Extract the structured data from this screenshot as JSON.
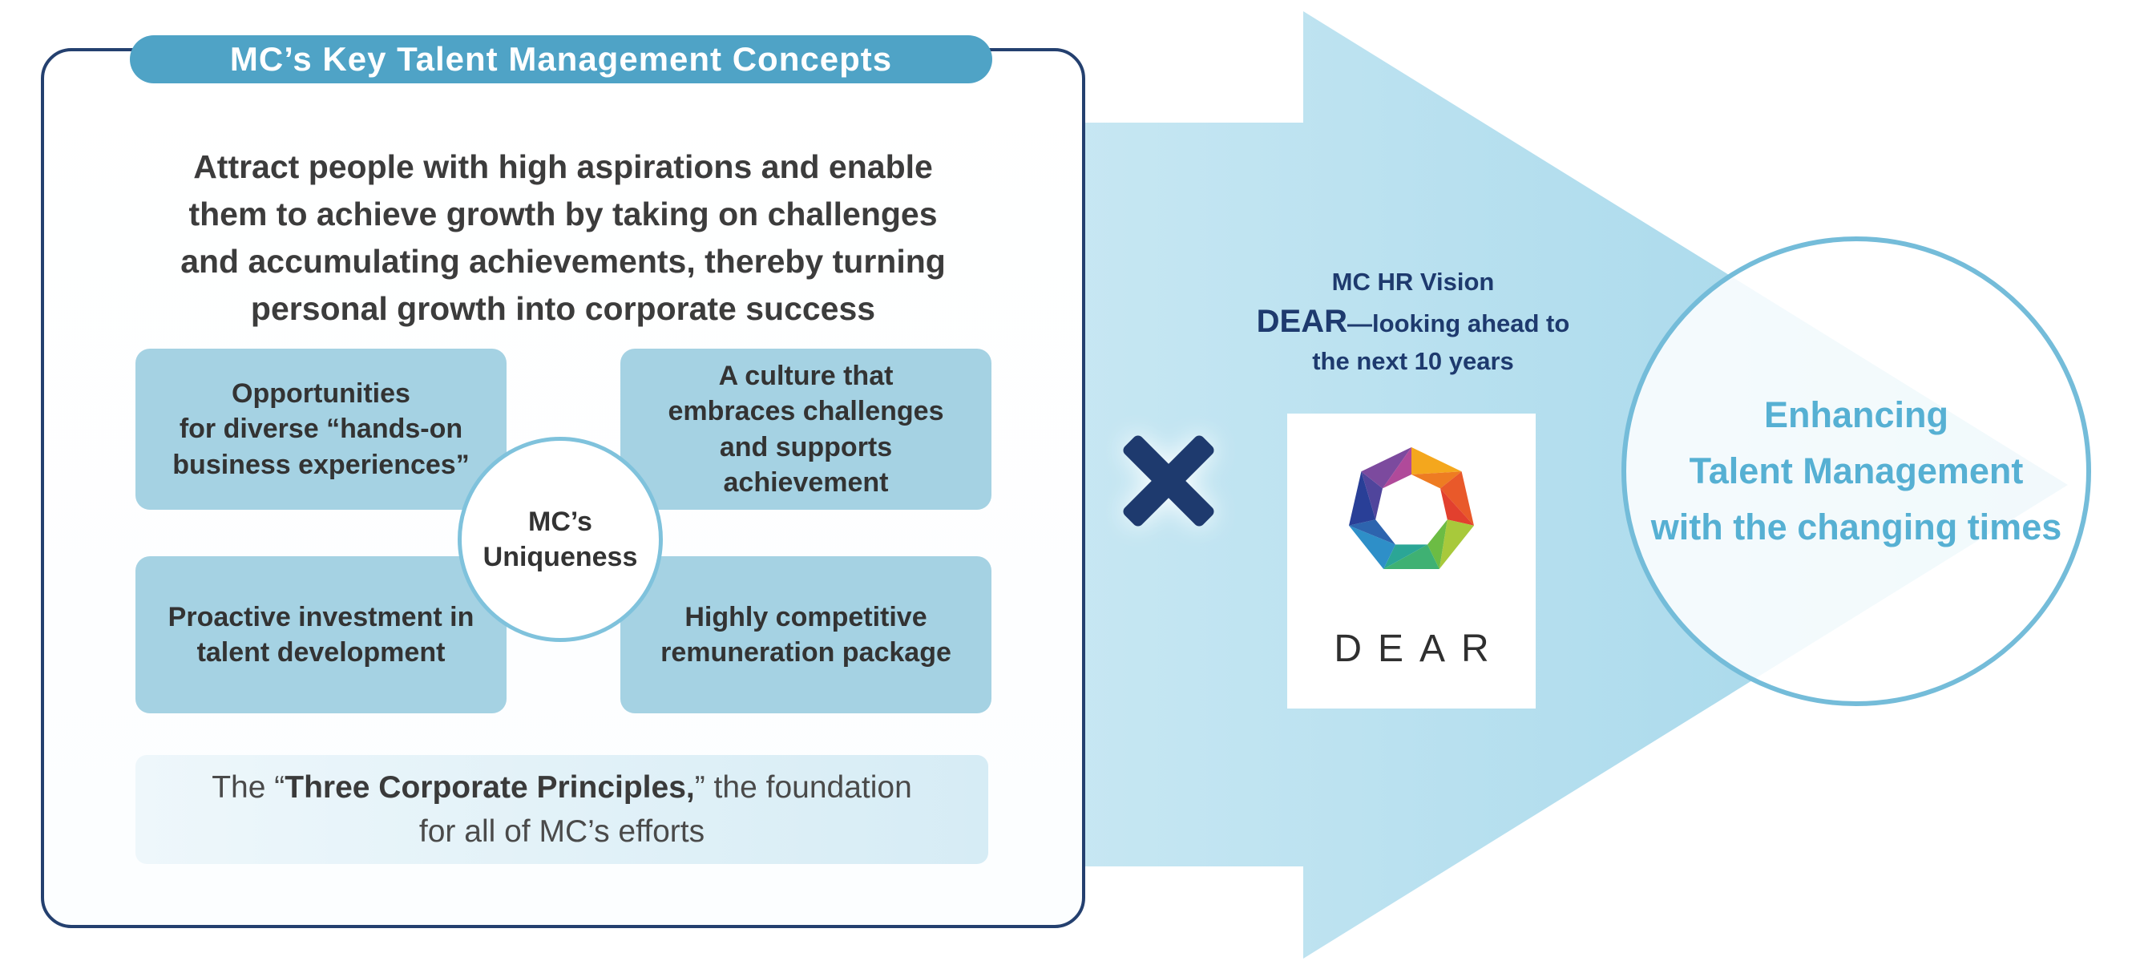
{
  "colors": {
    "pill_bg": "#4FA3C6",
    "panel_border": "#24406F",
    "concept_box_bg": "#A5D2E3",
    "arrow_light": "#CBE9F4",
    "arrow_dark": "#A0D5E9",
    "navy": "#1E3A6E",
    "teal_text": "#56B0D3",
    "circle_border": "#74BCD9",
    "body_text": "#3C3C3C"
  },
  "panel": {
    "title": "MC’s Key Talent Management Concepts",
    "intro": "Attract people with high aspirations and enable\nthem to achieve growth by taking on challenges\nand accumulating achievements, thereby turning\npersonal growth into corporate success",
    "boxes": [
      "Opportunities\nfor diverse “hands-on\nbusiness experiences”",
      "A culture that\nembraces challenges\nand supports\nachievement",
      "Proactive investment in\ntalent development",
      "Highly competitive\nremuneration package"
    ],
    "uniqueness": "MC’s\nUniqueness",
    "principles": {
      "prefix": "The “",
      "bold": "Three Corporate Principles,",
      "suffix": "” the foundation",
      "line2": "for all of MC’s efforts"
    }
  },
  "center": {
    "multiply_symbol": "×",
    "vision_label": "MC HR Vision",
    "vision_dear": "DEAR",
    "vision_rest": "—looking ahead to",
    "vision_line2": "the next 10 years",
    "logo_text": "DEAR"
  },
  "logo": {
    "colors": [
      "#F4A71D",
      "#EE7C22",
      "#E9592A",
      "#E2402E",
      "#A8C93B",
      "#6CBC44",
      "#3FB173",
      "#2BA696",
      "#2E8FC8",
      "#2D64AE",
      "#293F97",
      "#50459C",
      "#7C4A9E",
      "#B04A9A"
    ]
  },
  "outcome": {
    "text": "Enhancing\nTalent Management\nwith the changing times"
  }
}
